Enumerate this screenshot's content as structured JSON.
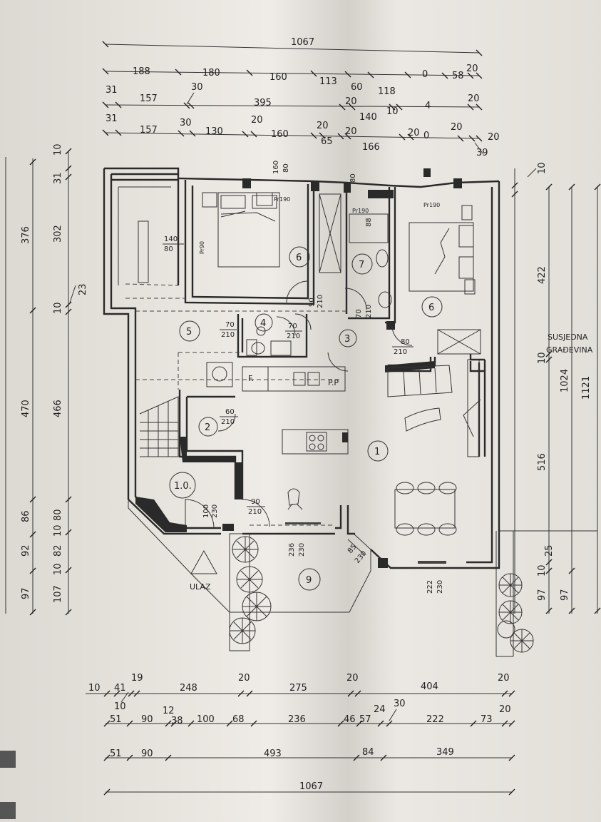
{
  "top_dims": {
    "total": "1067",
    "row1": [
      "188",
      "180",
      "160",
      "113",
      "60",
      "118",
      "0",
      "58",
      "20"
    ],
    "row2": [
      "31",
      "157",
      "30",
      "395",
      "20",
      "140",
      "10",
      "4",
      "20"
    ],
    "row3": [
      "31",
      "157",
      "30",
      "130",
      "20",
      "160",
      "20",
      "65",
      "20",
      "166",
      "20",
      "0",
      "20",
      "20",
      "39"
    ]
  },
  "bottom_dims": {
    "row1": [
      "10",
      "41",
      "19",
      "10",
      "248",
      "20",
      "275",
      "20",
      "404",
      "20"
    ],
    "row2": [
      "51",
      "90",
      "12",
      "38",
      "100",
      "68",
      "236",
      "46",
      "57",
      "24",
      "30",
      "222",
      "73",
      "20"
    ],
    "row3": [
      "51",
      "90",
      "493",
      "84",
      "349"
    ],
    "total": "1067"
  },
  "left_dims": {
    "outer": [
      "10",
      "31",
      "376",
      "10",
      "470",
      "86",
      "10",
      "92",
      "10",
      "97"
    ],
    "inner": [
      "302",
      "23",
      "466",
      "80",
      "82",
      "107"
    ]
  },
  "right_dims": {
    "inner": [
      "10",
      "422",
      "10",
      "516",
      "25",
      "10",
      "97"
    ],
    "totals": [
      "1024",
      "1121",
      "97"
    ],
    "neighbor_label": [
      "SUSJEDNA",
      "GRAĐEVINA"
    ]
  },
  "rooms": [
    "1",
    "1.0.",
    "2",
    "3",
    "4",
    "5",
    "6",
    "6",
    "7",
    "9"
  ],
  "labels": {
    "entrance": "ULAZ",
    "f": "F.",
    "pp": "P.P",
    "pr190a": "Pr190",
    "pr190b": "Pr190",
    "pr190c": "Pr190",
    "pr90": "Pr90"
  },
  "openings": {
    "w140": "140",
    "w80": "80",
    "w160": "160",
    "w80b": "80",
    "w80c": "80",
    "w88": "88",
    "d90": "90",
    "d210": "210",
    "d70a": "70",
    "d210a": "210",
    "d70b": "70",
    "d210b": "210",
    "d70c": "70",
    "d210c": "210",
    "d80": "80",
    "d210d": "210",
    "d60": "60",
    "d210e": "210",
    "d90b": "90",
    "d210f": "210",
    "d100": "100",
    "d230": "230",
    "w236": "236",
    "w230": "230",
    "w85": "85",
    "w230b": "230",
    "w222": "222",
    "w230c": "230"
  }
}
